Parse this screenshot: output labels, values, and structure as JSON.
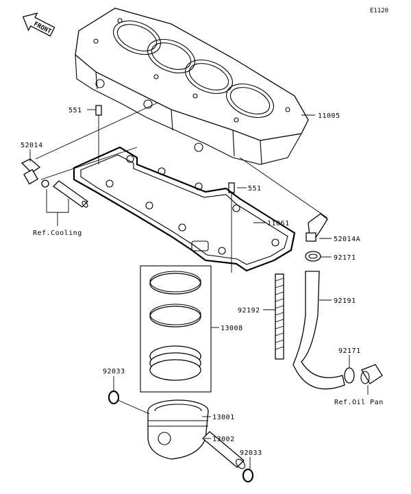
{
  "header": {
    "figure_code": "E1120",
    "front_arrow": "FRONT"
  },
  "labels": {
    "p11005": "11005",
    "p551_top": "551",
    "p551_mid": "551",
    "p52014": "52014",
    "p11061": "11061",
    "p52014A": "52014A",
    "p92171_top": "92171",
    "p92192": "92192",
    "p92191": "92191",
    "p13008": "13008",
    "p92171_bot": "92171",
    "p92033_left": "92033",
    "p13001": "13001",
    "p13002": "13002",
    "p92033_right": "92033"
  },
  "refs": {
    "cooling": "Ref.Cooling",
    "oil_pan": "Ref.Oil Pan"
  }
}
